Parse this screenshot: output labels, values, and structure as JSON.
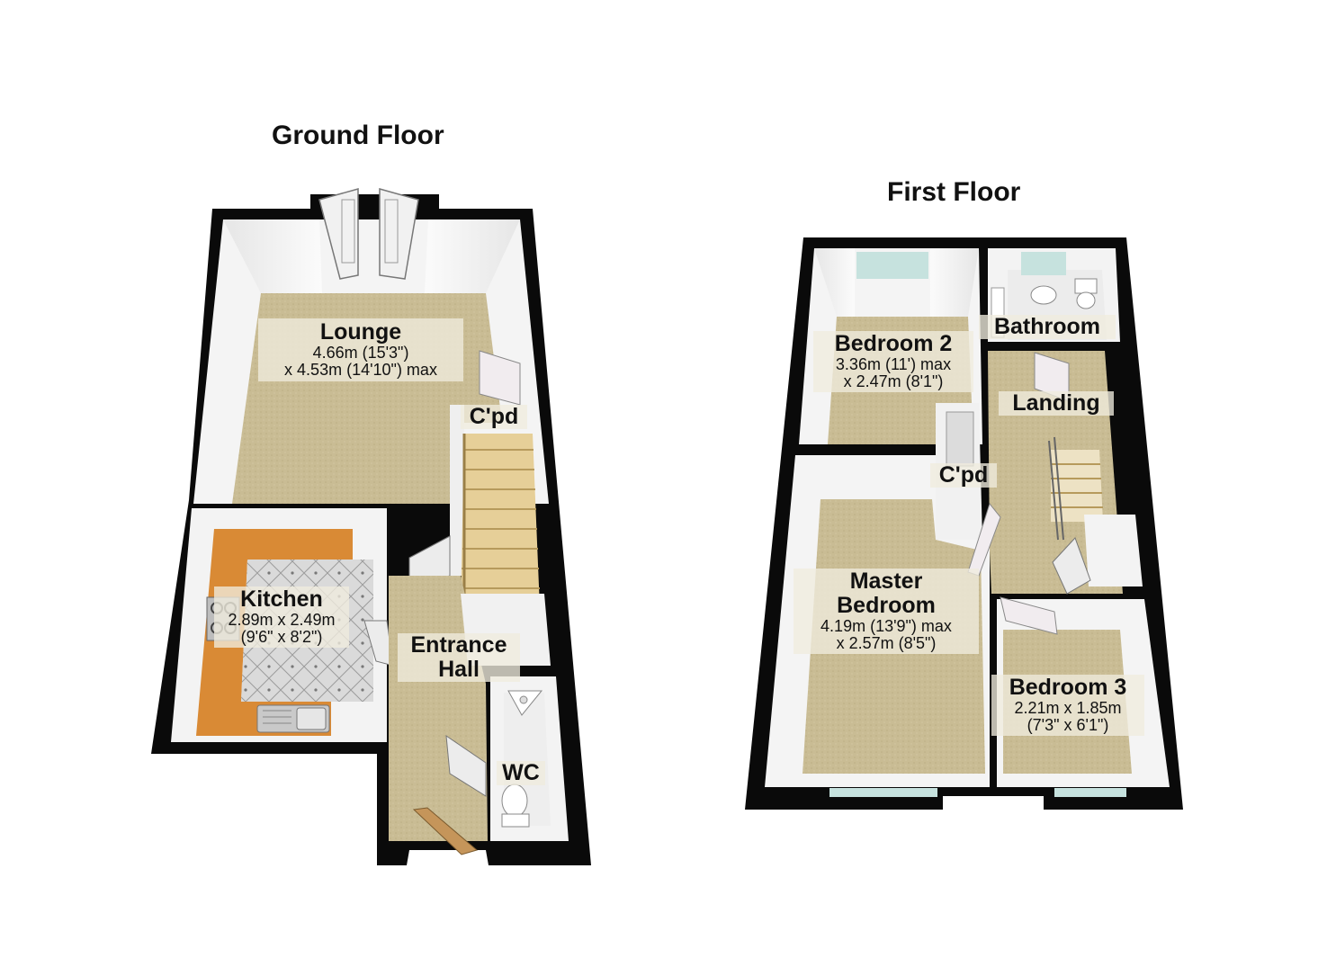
{
  "floors": [
    {
      "title": "Ground Floor",
      "rooms": [
        {
          "name": "Lounge",
          "lines": [
            "4.66m (15'3\")",
            "x 4.53m (14'10\") max"
          ]
        },
        {
          "name": "C'pd",
          "lines": []
        },
        {
          "name": "Kitchen",
          "lines": [
            "2.89m x 2.49m",
            "(9'6\" x 8'2\")"
          ]
        },
        {
          "name": "Entrance Hall",
          "lines": []
        },
        {
          "name": "WC",
          "lines": []
        }
      ]
    },
    {
      "title": "First Floor",
      "rooms": [
        {
          "name": "Bedroom 2",
          "lines": [
            "3.36m (11') max",
            "x 2.47m (8'1\")"
          ]
        },
        {
          "name": "Bathroom",
          "lines": []
        },
        {
          "name": "Landing",
          "lines": []
        },
        {
          "name": "C'pd",
          "lines": []
        },
        {
          "name": "Master Bedroom",
          "lines": [
            "4.19m (13'9\") max",
            "x 2.57m (8'5\")"
          ]
        },
        {
          "name": "Bedroom 3",
          "lines": [
            "2.21m x 1.85m",
            "(7'3\" x 6'1\")"
          ]
        }
      ]
    }
  ],
  "colors": {
    "wall": "#0a0a0a",
    "carpet": "#c9bc94",
    "wall_face": "#f3f3f3",
    "kitchen_worktop": "#d98a35",
    "kitchen_floor": "#d8d8d8",
    "window": "#c6e2de",
    "stair": "#e6cf98"
  }
}
